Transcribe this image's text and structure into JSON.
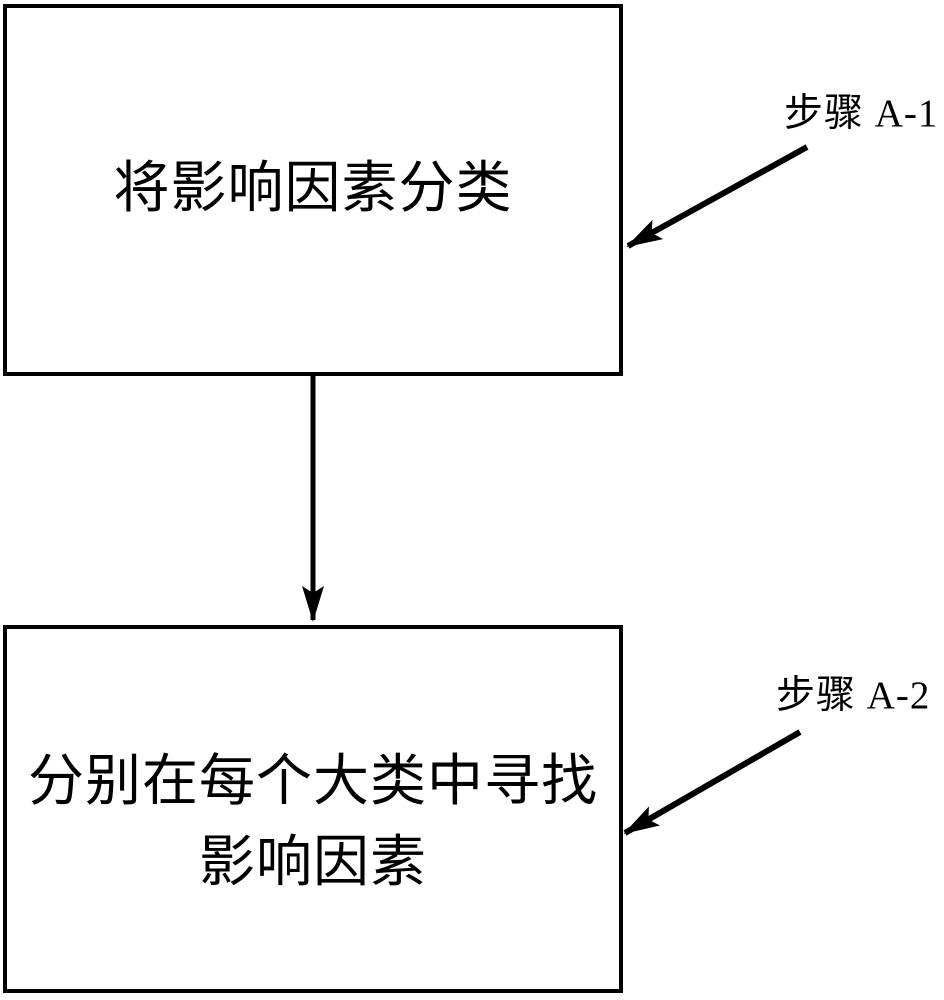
{
  "diagram": {
    "background_color": "#ffffff",
    "line_color": "#000000",
    "boxes": [
      {
        "id": "classify-factors",
        "lines": [
          "将影响因素分类"
        ]
      },
      {
        "id": "find-factors-in-each-category",
        "lines": [
          "分别在每个大类中寻找",
          "影响因素"
        ]
      }
    ],
    "step_labels": [
      {
        "id": "step-a1",
        "text": "步骤 A-1"
      },
      {
        "id": "step-a2",
        "text": "步骤 A-2"
      }
    ]
  }
}
